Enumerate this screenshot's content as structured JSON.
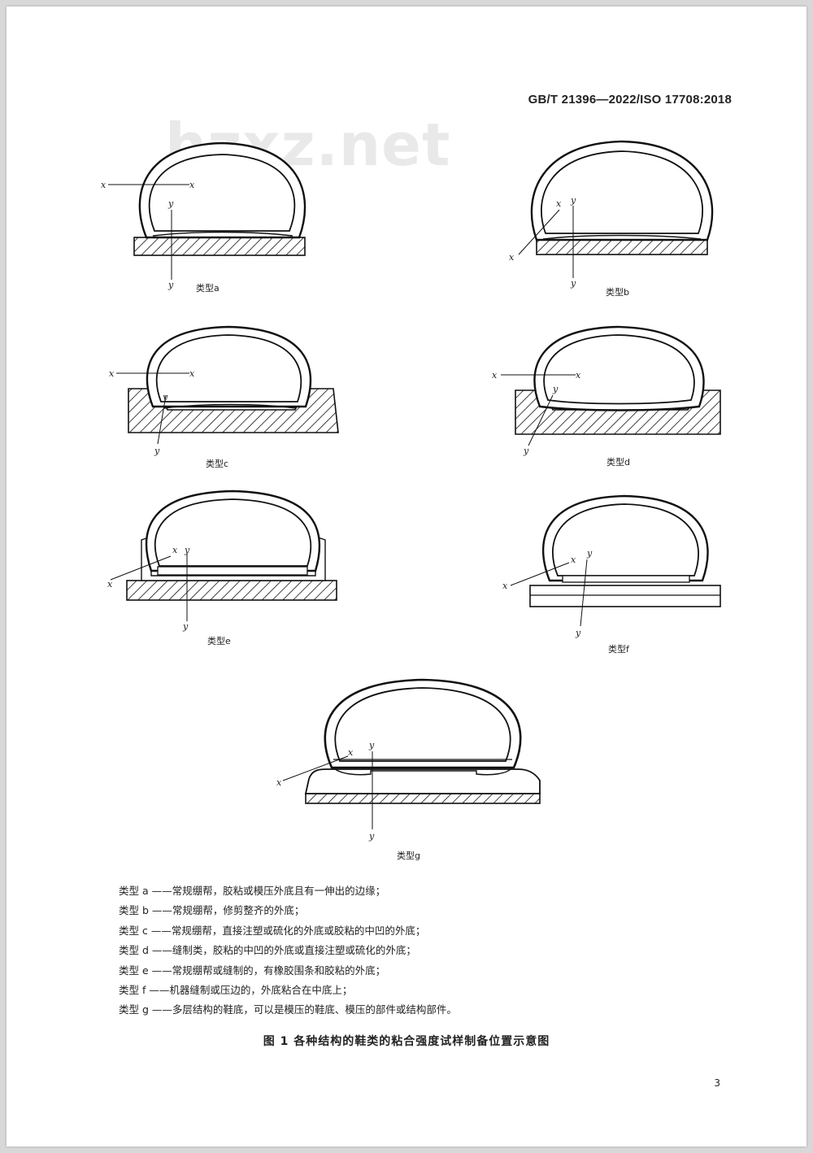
{
  "header": {
    "standard_number": "GB/T 21396—2022/ISO 17708:2018"
  },
  "watermark": "hzxz.net",
  "axis_labels": {
    "x": "x",
    "y": "y"
  },
  "diagrams": [
    {
      "id": "a",
      "caption": "类型a"
    },
    {
      "id": "b",
      "caption": "类型b"
    },
    {
      "id": "c",
      "caption": "类型c"
    },
    {
      "id": "d",
      "caption": "类型d"
    },
    {
      "id": "e",
      "caption": "类型e"
    },
    {
      "id": "f",
      "caption": "类型f"
    },
    {
      "id": "g",
      "caption": "类型g"
    }
  ],
  "legend": [
    "类型 a ——常规绷帮，胶粘或模压外底且有一伸出的边缘；",
    "类型 b ——常规绷帮，修剪整齐的外底；",
    "类型 c ——常规绷帮，直接注塑或硫化的外底或胶粘的中凹的外底；",
    "类型 d ——缝制类，胶粘的中凹的外底或直接注塑或硫化的外底；",
    "类型 e ——常规绷帮或缝制的，有橡胶围条和胶粘的外底；",
    "类型 f ——机器缝制或压边的，外底粘合在中底上；",
    "类型 g ——多层结构的鞋底，可以是模压的鞋底、模压的部件或结构部件。"
  ],
  "figure_title": "图 1   各种结构的鞋类的粘合强度试样制备位置示意图",
  "page_number": "3"
}
